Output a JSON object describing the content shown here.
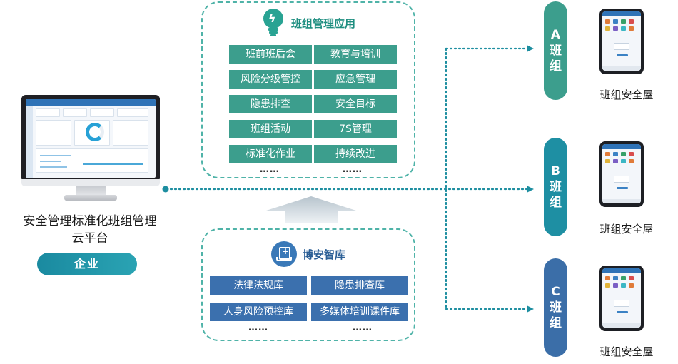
{
  "platform": {
    "title_line1": "安全管理标准化班组管理",
    "title_line2": "云平台",
    "enterprise_label": "企业"
  },
  "team_apps": {
    "title": "班组管理应用",
    "items": [
      "班前班后会",
      "教育与培训",
      "风险分级管控",
      "应急管理",
      "隐患排查",
      "安全目标",
      "班组活动",
      "7S管理",
      "标准化作业",
      "持续改进"
    ],
    "more": "……"
  },
  "knowledge_base": {
    "title": "博安智库",
    "items": [
      "法律法规库",
      "隐患排查库",
      "人身风险预控库",
      "多媒体培训课件库"
    ],
    "more": "……"
  },
  "teams": [
    {
      "letter": "A",
      "label_1": "班",
      "label_2": "组",
      "house": "班组安全屋"
    },
    {
      "letter": "B",
      "label_1": "班",
      "label_2": "组",
      "house": "班组安全屋"
    },
    {
      "letter": "C",
      "label_1": "班",
      "label_2": "组",
      "house": "班组安全屋"
    }
  ],
  "colors": {
    "green": "#3c9e8d",
    "teal": "#1e8fa3",
    "blue": "#3b70ae",
    "connector": "#1d8ea0"
  },
  "icons": {
    "team_apps": "lightbulb-bolt-icon",
    "knowledge_base": "document-library-icon",
    "up_arrow": "up-arrow-icon"
  }
}
